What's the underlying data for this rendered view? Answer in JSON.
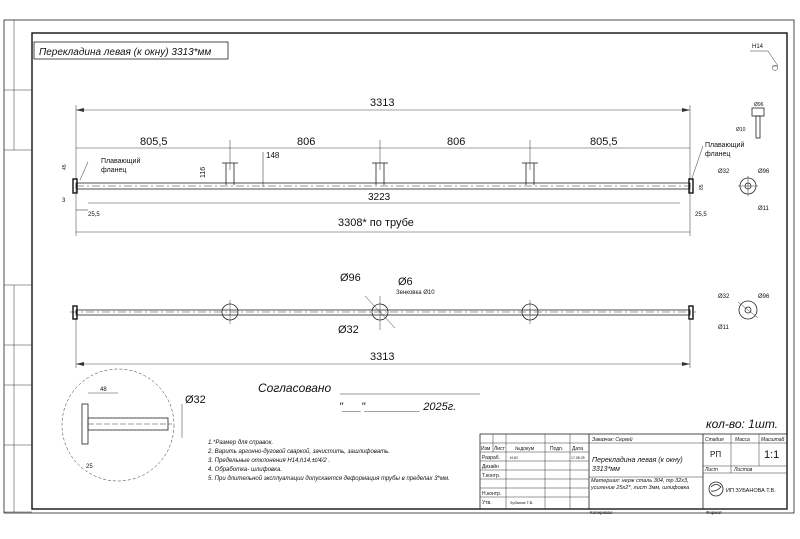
{
  "title": "Перекладина левая (к окну) 3313*мм",
  "roughness": "H14",
  "top_view": {
    "overall": "3313",
    "spans": [
      "805,5",
      "806",
      "806",
      "805,5"
    ],
    "height_148": "148",
    "height_116": "116",
    "inner": "3223",
    "pipe_length": "3308* по трубе",
    "left_offset": "25,5",
    "right_offset": "25,5",
    "left_small": "3",
    "left_45": "45",
    "right_85": "85",
    "flange_left": [
      "Плавающий",
      "фланец"
    ],
    "flange_right": [
      "Плавающий",
      "фланец"
    ]
  },
  "detail_right_top": {
    "d96": "Ø96",
    "d10": "Ø10",
    "d32": "Ø32",
    "d96b": "Ø96",
    "d11": "Ø11"
  },
  "plan_view": {
    "d96": "Ø96",
    "d6": "Ø6",
    "countersink": "Зенковка Ø10",
    "d32": "Ø32",
    "length": "3313",
    "side_d32": "Ø32",
    "side_d96": "Ø96",
    "side_d11": "Ø11"
  },
  "detail_left": {
    "d32": "Ø32",
    "dim_48": "48",
    "dim_25": "25"
  },
  "approval": {
    "agreed": "Согласовано",
    "date_line": "\"___\"_________ 2025г."
  },
  "quantity": "кол-во: 1шт.",
  "notes": [
    "1.*Размер для справок.",
    "2. Варить аргонно-дуговой сваркой, зачистить, зашлифовать.",
    "3. Предельные отклонения Н14,h14,±t/4/2 .",
    "4. Обработка- шлифовка.",
    "5. При длительной эксплуатации допускается деформация трубы в пределах 3*мм."
  ],
  "title_block": {
    "headers": [
      "Изм",
      "Лист",
      "№докум",
      "Подп.",
      "Дата"
    ],
    "rows": [
      {
        "role": "Разраб.",
        "name": "И.Ю",
        "date": "17.08.25"
      },
      {
        "role": "Дизайн",
        "name": "",
        "date": ""
      },
      {
        "role": "Т.контр.",
        "name": "",
        "date": ""
      },
      {
        "role": "",
        "name": "",
        "date": ""
      },
      {
        "role": "Н.контр.",
        "name": "",
        "date": ""
      },
      {
        "role": "Утв.",
        "name": "Зубанов Т.В.",
        "date": ""
      }
    ],
    "customer": "Заказчик: Сергей",
    "name_line1": "Перекладина левая (к окну)",
    "name_line2": "3313*мм",
    "material": "Материал: нерж сталь 304, тр 32х3, усиление 25х2*, лист 3мм, шлифовка",
    "stage_label": "Стадия",
    "mass_label": "Масса",
    "scale_label": "Масштаб",
    "stage": "РП",
    "scale": "1:1",
    "sheet_label": "Лист",
    "sheets_label": "Листов",
    "company": "ИП ЗУБАНОВА Т.В.",
    "copied": "Копировал",
    "format": "Формат"
  }
}
